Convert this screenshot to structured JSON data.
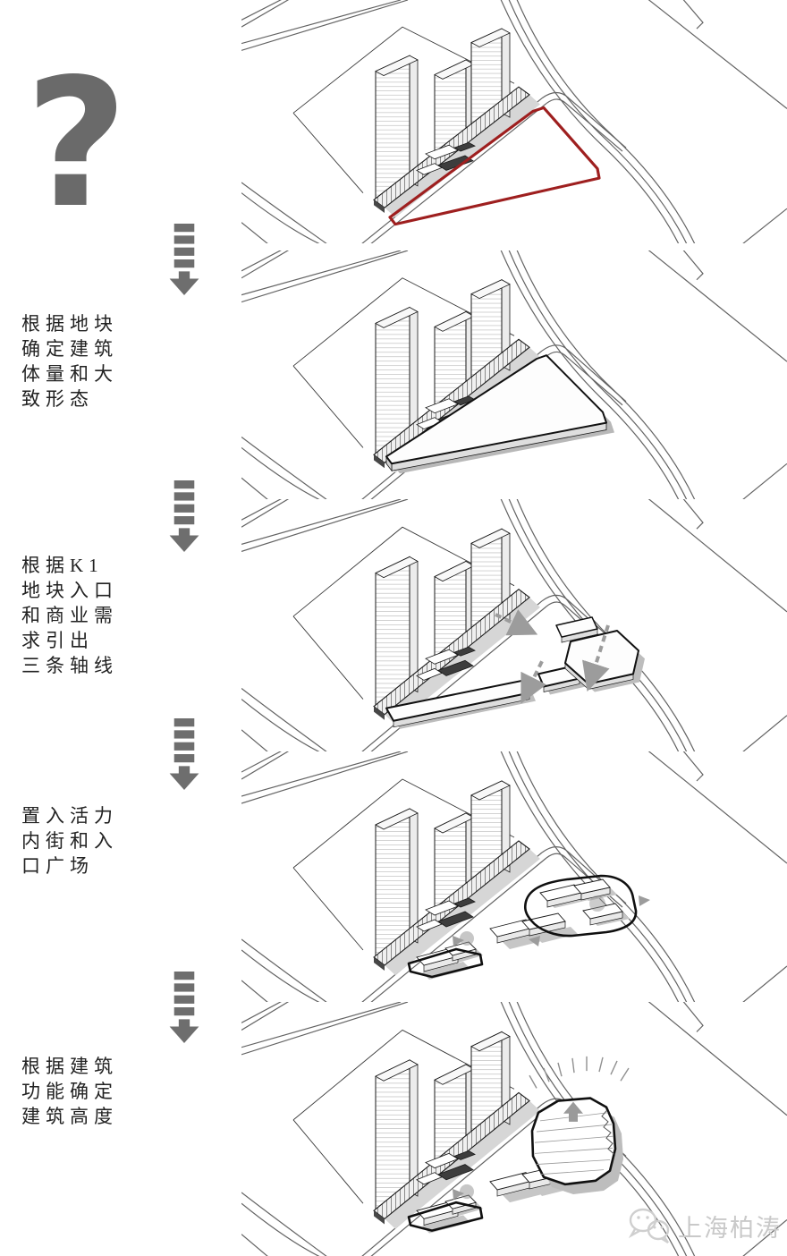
{
  "process": {
    "question_symbol": "?",
    "steps": [
      {
        "name": "site-context",
        "lines": []
      },
      {
        "name": "massing",
        "lines": [
          "根据地块",
          "确定建筑",
          "体量和大",
          "致形态"
        ]
      },
      {
        "name": "axes",
        "lines": [
          "根据K1",
          "地块入口",
          "和商业需",
          "求引出",
          "三条轴线"
        ]
      },
      {
        "name": "street-plaza",
        "lines": [
          "置入活力",
          "内街和入",
          "口广场"
        ]
      },
      {
        "name": "heights",
        "lines": [
          "根据建筑",
          "功能确定",
          "建筑高度"
        ]
      }
    ]
  },
  "watermark": {
    "logo": "wechat-icon",
    "text": "上海柏涛"
  },
  "colors": {
    "site_outline": "#9e1f1f",
    "arrow": "#6e6e6e",
    "question_mark": "#6a6a6a",
    "text": "#222222",
    "axis_arrow": "#9c9c9c",
    "shadow": "#bdbdbd"
  }
}
